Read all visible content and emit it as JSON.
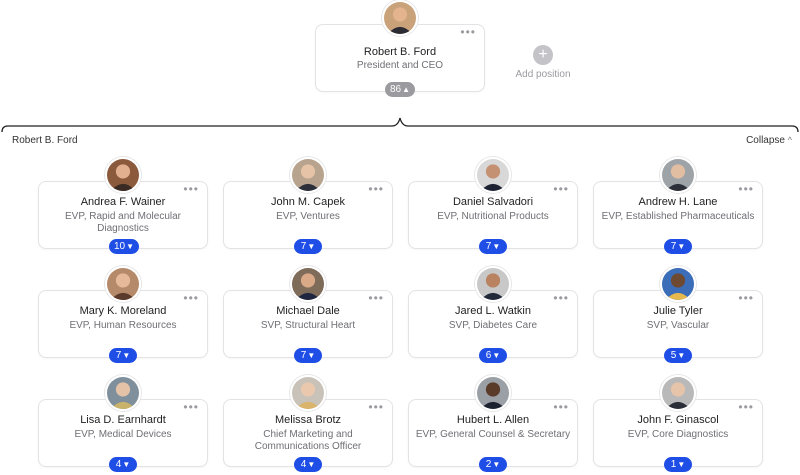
{
  "root": {
    "name": "Robert B. Ford",
    "title": "President and CEO",
    "count": "86",
    "more": "•••"
  },
  "add_position_label": "Add position",
  "group": {
    "label": "Robert B. Ford",
    "collapse_label": "Collapse"
  },
  "reports": [
    {
      "name": "Andrea F. Wainer",
      "title": "EVP, Rapid and Molecular Diagnostics",
      "count": "10"
    },
    {
      "name": "John M. Capek",
      "title": "EVP, Ventures",
      "count": "7"
    },
    {
      "name": "Daniel Salvadori",
      "title": "EVP, Nutritional Products",
      "count": "7"
    },
    {
      "name": "Andrew H. Lane",
      "title": "EVP, Established Pharmaceuticals",
      "count": "7"
    },
    {
      "name": "Mary K. Moreland",
      "title": "EVP, Human Resources",
      "count": "7"
    },
    {
      "name": "Michael Dale",
      "title": "SVP, Structural Heart",
      "count": "7"
    },
    {
      "name": "Jared L. Watkin",
      "title": "SVP, Diabetes Care",
      "count": "6"
    },
    {
      "name": "Julie Tyler",
      "title": "SVP, Vascular",
      "count": "5"
    },
    {
      "name": "Lisa D. Earnhardt",
      "title": "EVP, Medical Devices",
      "count": "4"
    },
    {
      "name": "Melissa Brotz",
      "title": "Chief Marketing and Communications Officer",
      "count": "4"
    },
    {
      "name": "Hubert L. Allen",
      "title": "EVP, General Counsel & Secretary",
      "count": "2"
    },
    {
      "name": "John F. Ginascol",
      "title": "EVP, Core Diagnostics",
      "count": "1"
    }
  ],
  "colors": {
    "accent": "#1f4ee6",
    "count_grey": "#9a9a9f",
    "card_border": "#e3e3e6"
  },
  "icons": {
    "more": "more-horizontal-icon",
    "expand": "chevron-down-icon",
    "collapse": "chevron-up-icon",
    "add": "plus-icon"
  }
}
